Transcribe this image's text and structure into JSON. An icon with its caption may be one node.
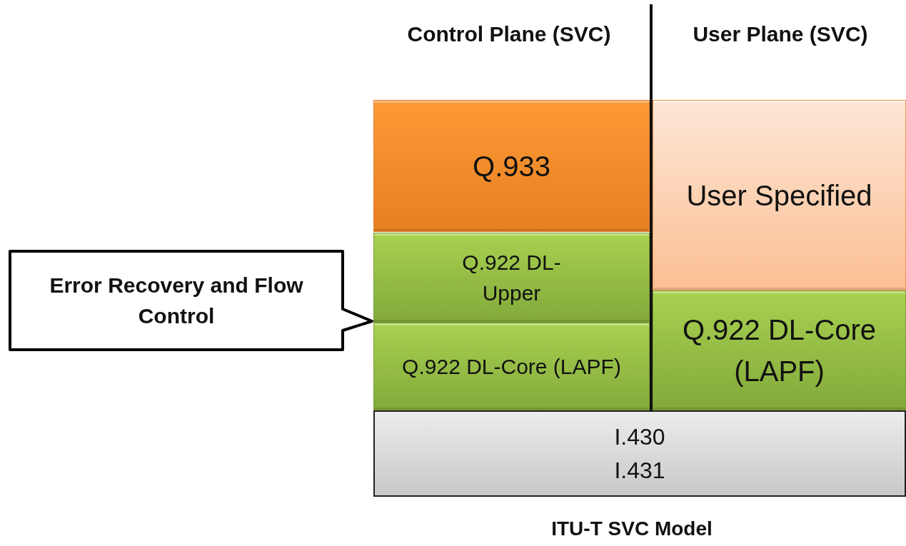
{
  "diagram": {
    "caption": "ITU-T SVC Model",
    "nodes": [
      {
        "text": [
          "Error Recovery and Flow Control"
        ]
      },
      {
        "text": [
          "Q.933"
        ]
      },
      {
        "text": [
          "User Specified"
        ]
      },
      {
        "text": [
          "Q.922 DL-Upper"
        ]
      },
      {
        "text": [
          "Q.922 DL-Core (LAPF)"
        ]
      },
      {
        "text": [
          "Q.922 DL-Core (LAPF)"
        ]
      },
      {
        "text": [
          "I.430 I.431"
        ]
      }
    ],
    "labels": [
      "Control Plane (SVC)",
      "User Plane (SVC)"
    ]
  }
}
